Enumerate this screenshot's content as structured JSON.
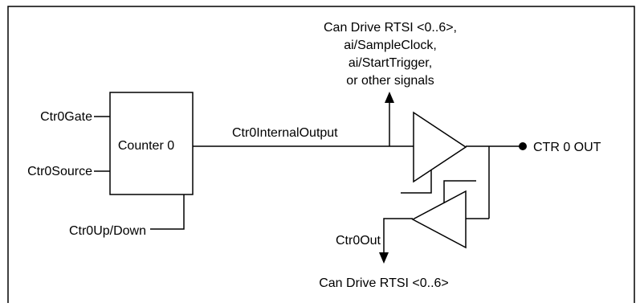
{
  "counter_block": {
    "label": "Counter 0"
  },
  "inputs": {
    "gate": "Ctr0Gate",
    "source": "Ctr0Source",
    "updown": "Ctr0Up/Down"
  },
  "internal_output_label": "Ctr0InternalOutput",
  "output_pin_label": "CTR 0 OUT",
  "upper_destinations": [
    "Can Drive RTSI <0..6>,",
    "ai/SampleClock,",
    "ai/StartTrigger,",
    "or other signals"
  ],
  "ctr_out_label": "Ctr0Out",
  "lower_destination": "Can Drive RTSI <0..6>"
}
